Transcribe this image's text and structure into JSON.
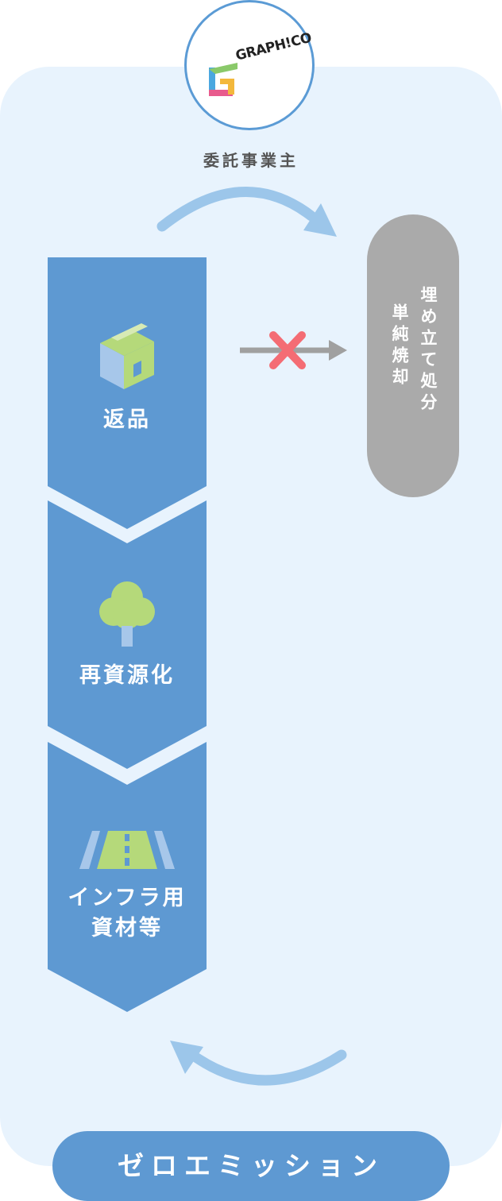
{
  "logo": {
    "brand": "GRAPH!CO"
  },
  "client_label": "委託事業主",
  "steps": [
    {
      "label": "返品",
      "icon": "box-icon"
    },
    {
      "label": "再資源化",
      "icon": "tree-icon"
    },
    {
      "label_line1": "インフラ用",
      "label_line2": "資材等",
      "icon": "road-icon"
    }
  ],
  "disposal": {
    "col1": "埋め立て処分",
    "col2": "単純焼却"
  },
  "zero_emission": "ゼロエミッション",
  "colors": {
    "panel": "#e8f3fd",
    "step": "#5e99d2",
    "arrow": "#9cc6ea",
    "cross": "#f46c74",
    "disposal": "#aaaaaa",
    "green": "#b5d97a"
  }
}
